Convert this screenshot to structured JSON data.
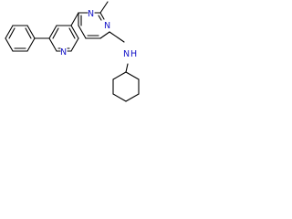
{
  "molecule": {
    "atom_labels": {
      "pyrimidine_n1": "N",
      "pyrimidine_n3": "N",
      "pyridine_n": "N",
      "amine_n": "N",
      "amine_h": "H"
    },
    "colors": {
      "bond": "#000000",
      "heteroatom": "#1414c8",
      "background": "#ffffff"
    }
  }
}
